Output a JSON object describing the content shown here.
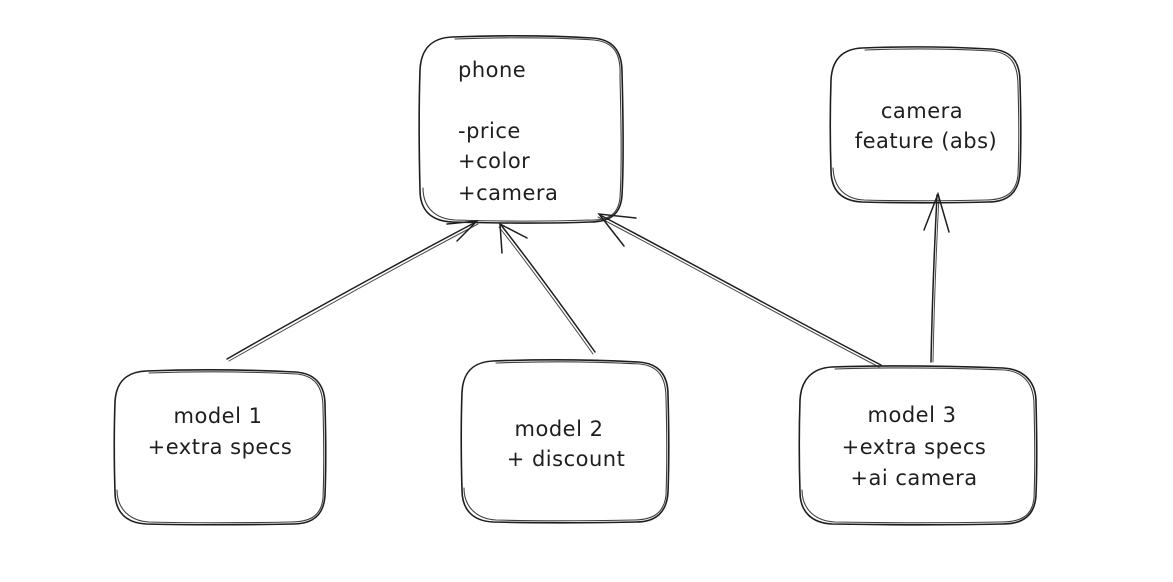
{
  "nodes": {
    "phone": {
      "title": "phone",
      "attributes": [
        "-price",
        "+color",
        "+camera"
      ]
    },
    "camera_feature": {
      "lines": [
        "camera",
        "feature (abs)"
      ]
    },
    "model1": {
      "lines": [
        "model 1",
        "+extra specs"
      ]
    },
    "model2": {
      "lines": [
        "model 2",
        "+ discount"
      ]
    },
    "model3": {
      "lines": [
        "model 3",
        "+extra specs",
        "+ai camera"
      ]
    }
  },
  "colors": {
    "stroke": "#1e1e1e",
    "background": "#ffffff"
  }
}
